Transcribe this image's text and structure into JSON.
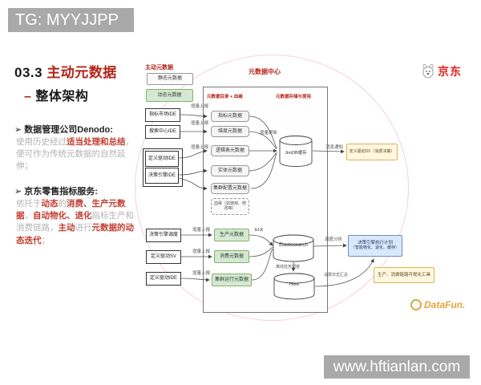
{
  "banners": {
    "top": "TG: MYYJJPP",
    "bottom": "www.hftianlan.com"
  },
  "sidebar": {
    "title_prefix": "03.3 ",
    "title_main": "主动元数据",
    "subtitle_dash": "– ",
    "subtitle": "整体架构",
    "bullet1": {
      "heading": "➢ 数据管理公司Denodo:",
      "seg0": "使用历史经过",
      "seg1": "适当处理和总结",
      "seg2": "，便可作为传统元数据的自然延伸；"
    },
    "bullet2": {
      "heading": "➢ 京东零售指标服务:",
      "seg0": "依托于",
      "seg1": "动态",
      "seg2": "的",
      "seg3": "消费、生产元数据",
      "seg4": "，",
      "seg5": "自动物化、退化",
      "seg6": "指标生产和消费链路，",
      "seg7": "主动",
      "seg8": "进行",
      "seg9": "元数据的动态迭代",
      "seg10": "；"
    }
  },
  "diagram": {
    "legend_label": "主动元数据",
    "legend_static": "静态元数据",
    "legend_dynamic": "动态元数据",
    "upload_label": "增量上报",
    "sources_top": [
      "指标市场IDE",
      "搜索中心IDE",
      "定义驱动IDE",
      "决策引擎IDE"
    ],
    "sources_bottom": [
      "决策引擎调度",
      "定义驱动SV",
      "定义驱动IDE"
    ],
    "center": {
      "title": "元数据中心",
      "section_left": "元数据目录 + 血缘",
      "section_right": "元数据存储与使用",
      "catalog_boxes": [
        "指标元数据",
        "维度元数据",
        "逻辑表元数据",
        "实体元数据",
        "集群配置元数据"
      ],
      "catalog_dashed": "血缘（如使用、修改等）",
      "update_label": "增量更新",
      "jimdb": "JimDB缓存",
      "produce_boxes": [
        "生产元数据",
        "消费元数据",
        "集群运行元数据"
      ],
      "elk_label": "ELK",
      "es": "Elasticsearch",
      "offline_label": "离线任务调度",
      "hive": "Hive"
    },
    "right": {
      "notify_label": "消息通知",
      "consume_box": "定义驱动SV（消费决策）",
      "schedule_label": "调度分析",
      "plan_box_line1": "决策引擎执行计划",
      "plan_box_line2": "（智能物化、退化、缓存）",
      "log_label": "消费日志汇总",
      "tool_box": "生产、消费链路可视化工具"
    }
  },
  "logos": {
    "jd": "京东",
    "datafun": "DataFun."
  },
  "colors": {
    "accent_red": "#b42318",
    "body_gray": "#b3b3b3",
    "banner_gray": "#a9a9a9",
    "green_bg": "#d5e8d4",
    "green_border": "#82b366",
    "yellow_bg": "#fff7e0",
    "yellow_border": "#d6b656",
    "blue_bg": "#dae8fc",
    "blue_border": "#6c8ebf",
    "jd_red": "#e1251b",
    "datafun_orange": "#e8a33d"
  }
}
